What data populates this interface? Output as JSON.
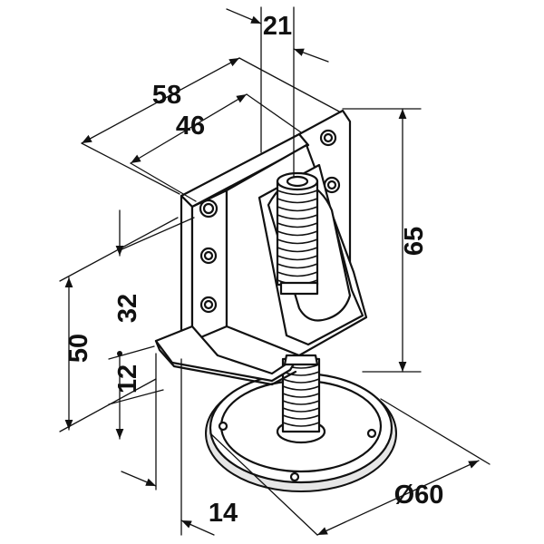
{
  "dimensions": {
    "d21": "21",
    "d58": "58",
    "d46": "46",
    "d65": "65",
    "d50": "50",
    "d32": "32",
    "d12": "12",
    "d14": "14",
    "d60": "Ø60"
  }
}
